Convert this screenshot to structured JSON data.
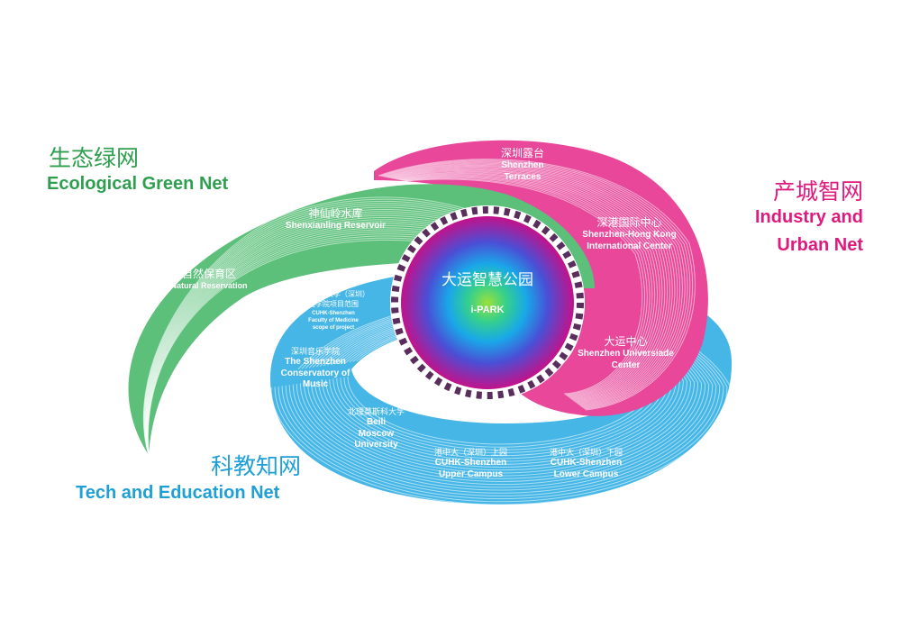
{
  "networks": {
    "green": {
      "cn": "生态绿网",
      "en": "Ecological Green Net",
      "color": "#2e9e4f",
      "band": "#5cc07a"
    },
    "industry": {
      "cn": "产城智网",
      "en_line1": "Industry and",
      "en_line2": "Urban Net",
      "color": "#e0197d",
      "band": "#e8479a"
    },
    "tech": {
      "cn": "科教知网",
      "en": "Tech and Education Net",
      "color": "#1e9fd6",
      "band": "#45b6e6"
    }
  },
  "center": {
    "cn": "大运智慧公园",
    "en": "i-PARK"
  },
  "places": {
    "shenxianling": {
      "cn": "神仙岭水库",
      "en": "Shenxianling Reservoir"
    },
    "natural": {
      "cn": "自然保育区",
      "en": "Natural Reservation"
    },
    "terraces": {
      "cn": "深圳露台",
      "en1": "Shenzhen",
      "en2": "Terraces"
    },
    "hk_center": {
      "cn": "深港国际中心",
      "en1": "Shenzhen-Hong Kong",
      "en2": "International Center"
    },
    "universiade": {
      "cn": "大运中心",
      "en1": "Shenzhen Universiade",
      "en2": "Center"
    },
    "cuhk_med": {
      "cn1": "香港中文大学（深圳）",
      "cn2": "医学院项目范围",
      "en1": "CUHK-Shenzhen",
      "en2": "Faculty of Medicine",
      "en3": "scope of project"
    },
    "conservatory": {
      "cn": "深圳音乐学院",
      "en1": "The Shenzhen",
      "en2": "Conservatory of",
      "en3": "Music"
    },
    "beili": {
      "cn": "北理莫斯科大学",
      "en1": "Beili",
      "en2": "Moscow",
      "en3": "University"
    },
    "cuhk_upper": {
      "cn": "港中大（深圳）上园",
      "en1": "CUHK-Shenzhen",
      "en2": "Upper Campus"
    },
    "cuhk_lower": {
      "cn": "港中大（深圳）下园",
      "en1": "CUHK-Shenzhen",
      "en2": "Lower Campus"
    }
  }
}
